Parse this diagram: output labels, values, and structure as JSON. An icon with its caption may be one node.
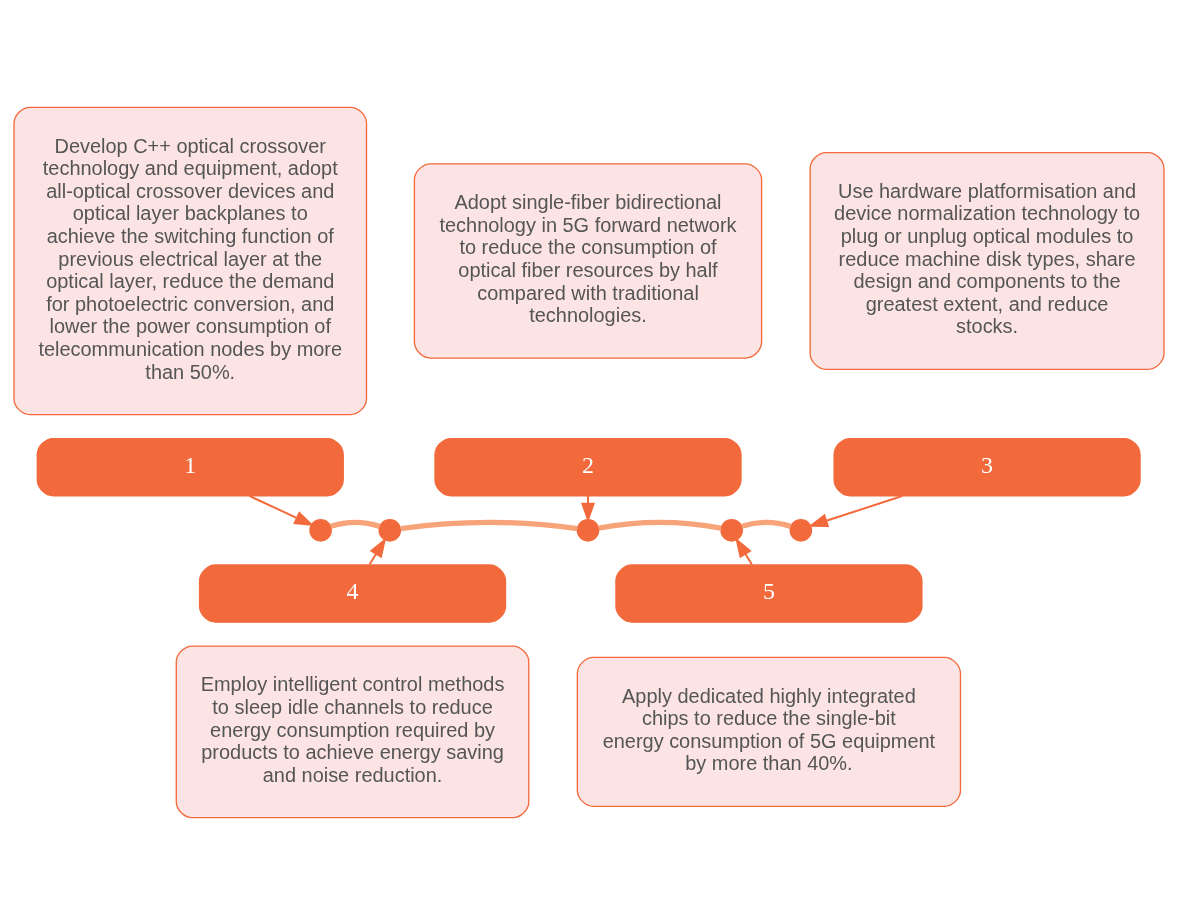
{
  "diagram": {
    "nodes": [
      {
        "text": [
          "Develop C++ optical crossover technology and equipment, adopt all-optical crossover devices and optical layer backplanes to achieve the switching function of previous electrical layer at the optical layer, reduce the demand for photoelectric conversion, and lower the power consumption of telecommunication nodes by more than 50%."
        ]
      },
      {
        "text": [
          "1"
        ]
      },
      {
        "text": [
          "Adopt single-fiber bidirectional technology in 5G forward network to reduce the consumption of optical fiber resources by half compared with traditional technologies."
        ]
      },
      {
        "text": [
          "2"
        ]
      },
      {
        "text": [
          "Use hardware platformisation and device normalization technology to plug or unplug optical modules to reduce machine disk types, share design and components to the greatest extent, and reduce stocks."
        ]
      },
      {
        "text": [
          "3"
        ]
      },
      {
        "text": [],
        "shape": "circle"
      },
      {
        "text": [],
        "shape": "circle"
      },
      {
        "text": [],
        "shape": "circle"
      },
      {
        "text": [],
        "shape": "circle"
      },
      {
        "text": [],
        "shape": "circle"
      },
      {
        "text": [
          "4"
        ]
      },
      {
        "text": [
          "Employ intelligent control methods to sleep idle channels to reduce energy consumption required by products to achieve energy saving and noise reduction."
        ]
      },
      {
        "text": [
          "5"
        ]
      },
      {
        "text": [
          "Apply dedicated highly integrated chips to reduce the single-bit energy consumption of 5G equipment by more than 40%."
        ]
      }
    ],
    "edges": [
      {
        "from": 1,
        "to": 6,
        "arrow": "to"
      },
      {
        "from": 3,
        "to": 8,
        "arrow": "to"
      },
      {
        "from": 5,
        "to": 10,
        "arrow": "to"
      },
      {
        "from": 6,
        "to": 7,
        "arrow": "none",
        "style": "thick",
        "color": "#f7a47a"
      },
      {
        "from": 7,
        "to": 8,
        "arrow": "none",
        "style": "thick",
        "color": "#f7a47a"
      },
      {
        "from": 8,
        "to": 9,
        "arrow": "none",
        "style": "thick",
        "color": "#f7a47a"
      },
      {
        "from": 9,
        "to": 10,
        "arrow": "none",
        "style": "thick",
        "color": "#f7a47a"
      },
      {
        "from": 11,
        "to": 7,
        "arrow": "to"
      },
      {
        "from": 13,
        "to": 9,
        "arrow": "to"
      }
    ]
  }
}
